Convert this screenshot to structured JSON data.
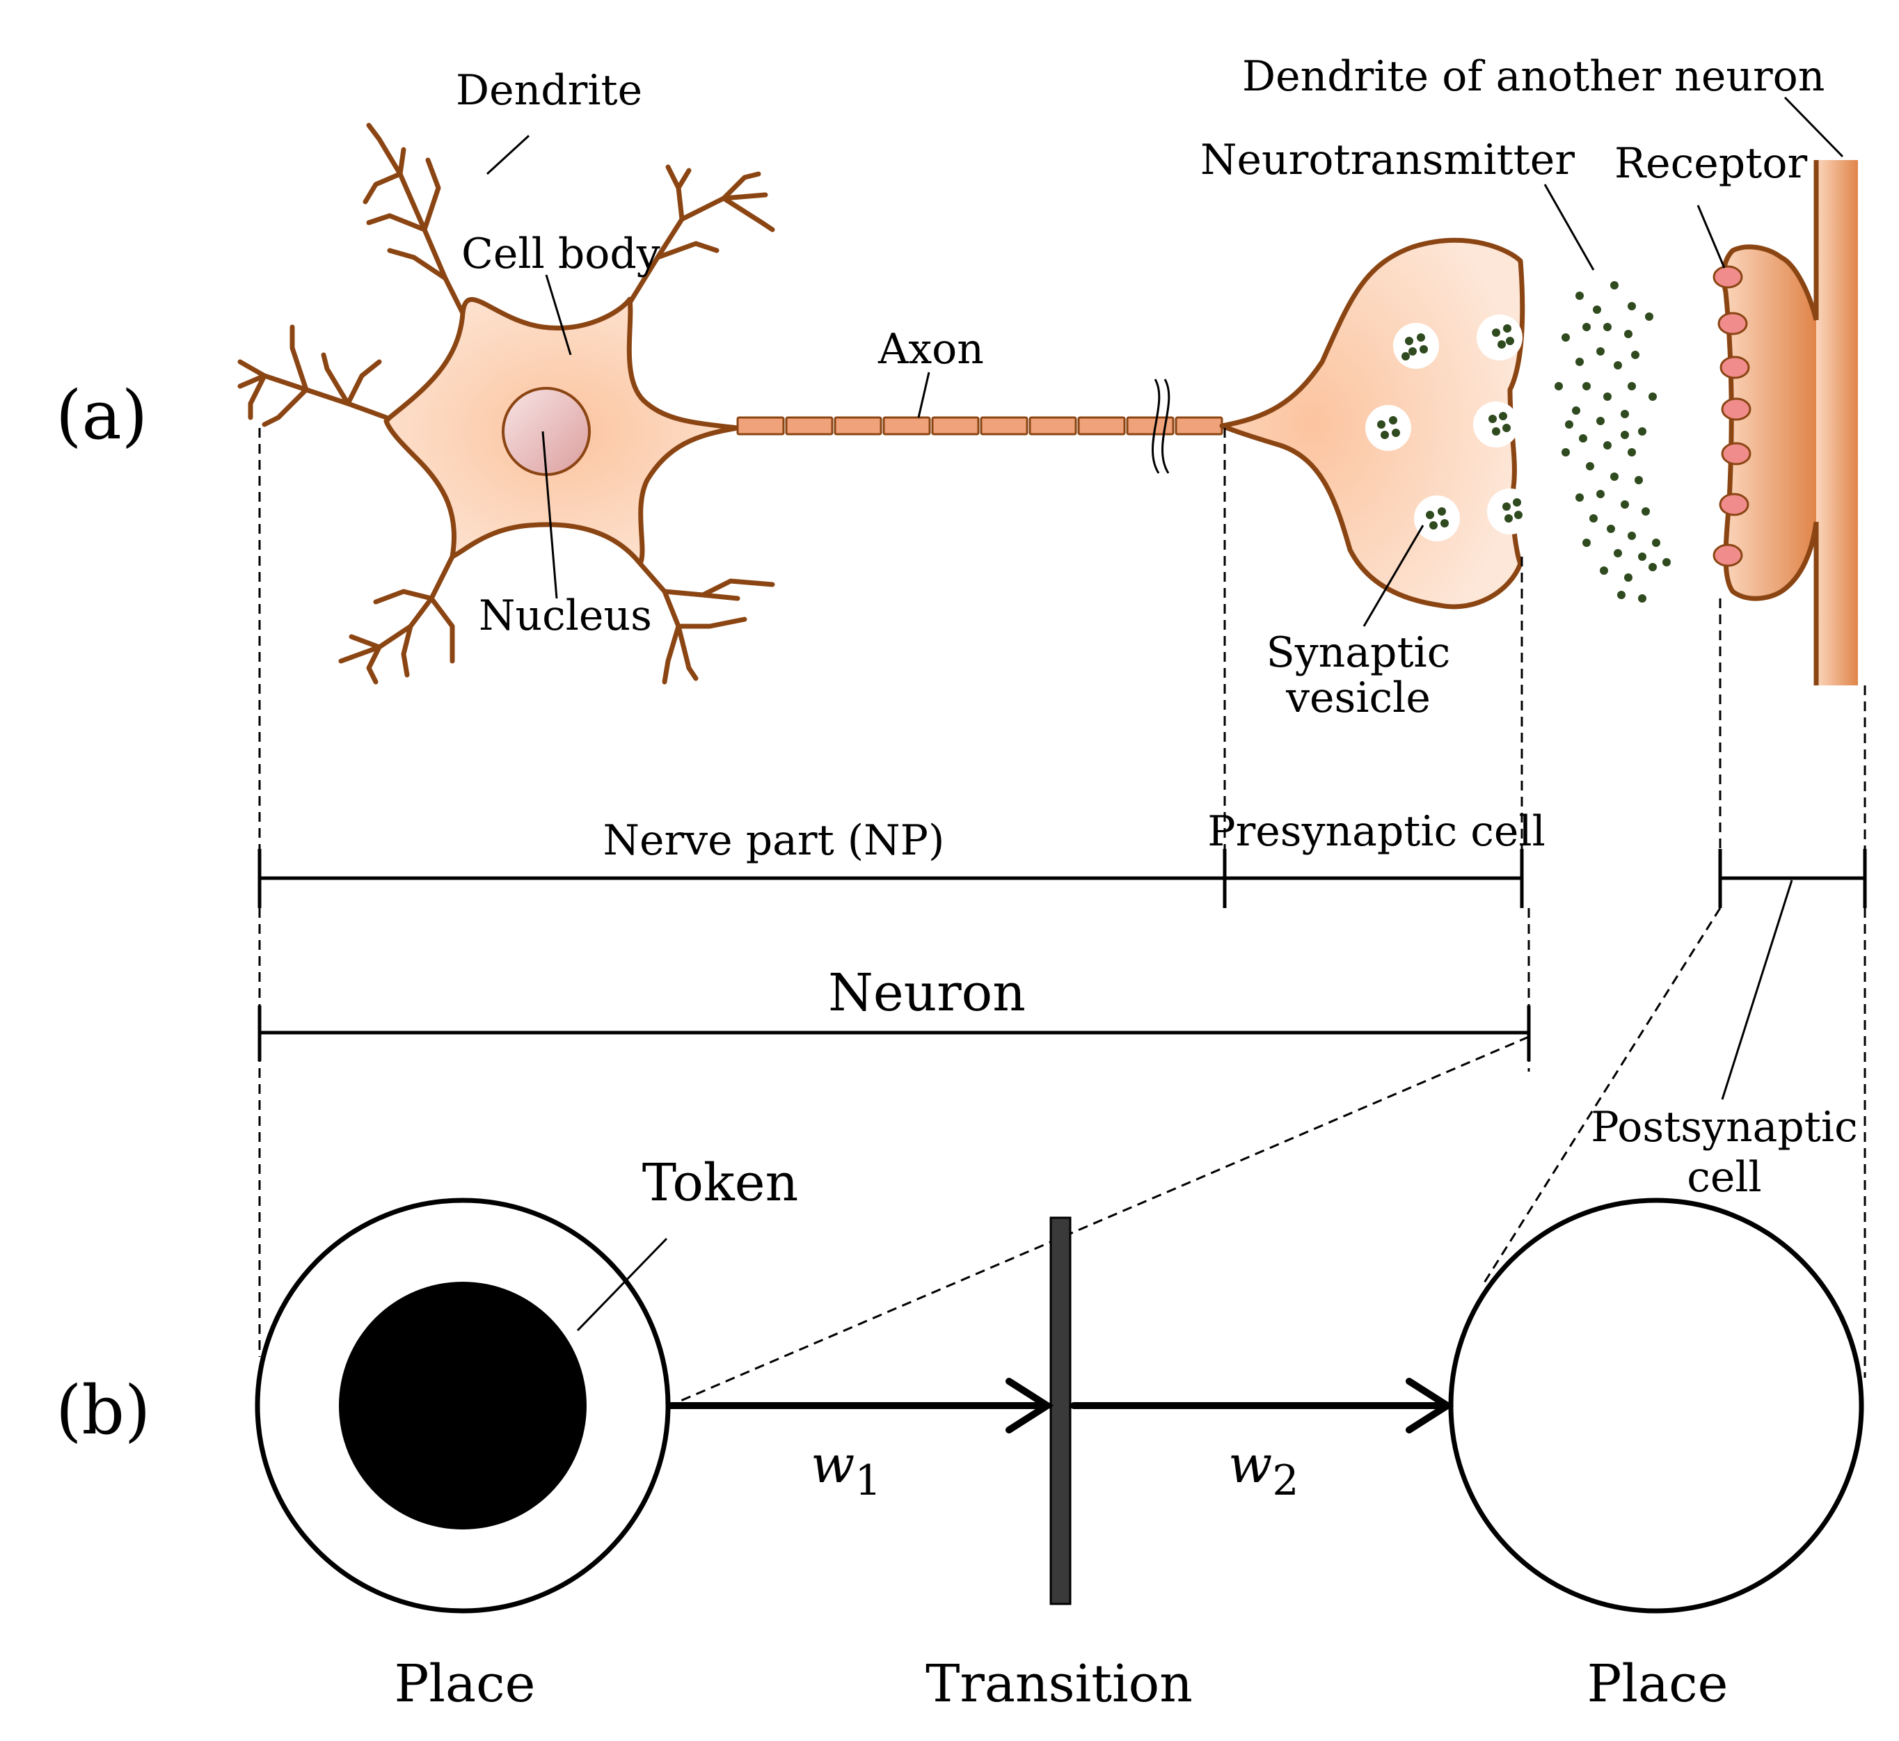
{
  "panel_labels": {
    "a": "(a)",
    "b": "(b)"
  },
  "neuron_labels": {
    "dendrite": "Dendrite",
    "cell_body": "Cell body",
    "nucleus": "Nucleus",
    "axon": "Axon",
    "neurotransmitter": "Neurotransmitter",
    "receptor": "Receptor",
    "dendrite_other": "Dendrite of another neuron",
    "synaptic_vesicle_line1": "Synaptic",
    "synaptic_vesicle_line2": "vesicle"
  },
  "brackets": {
    "nerve_part": "Nerve part (NP)",
    "presynaptic": "Presynaptic cell",
    "neuron": "Neuron",
    "postsynaptic_line1": "Postsynaptic",
    "postsynaptic_line2": "cell"
  },
  "petri": {
    "token": "Token",
    "place_left": "Place",
    "transition": "Transition",
    "place_right": "Place",
    "w1_base": "w",
    "w1_sub": "1",
    "w2_base": "w",
    "w2_sub": "2"
  },
  "colors": {
    "membrane": "#8b4513",
    "cell_fill": "#fbd0b5",
    "nucleus_fill": "#eac0bd",
    "axon_segment": "#f0a27a",
    "vesicle_dot": "#2f4a1e",
    "receptor": "#f08c8c",
    "dendrite_bar": "#e8935e"
  }
}
